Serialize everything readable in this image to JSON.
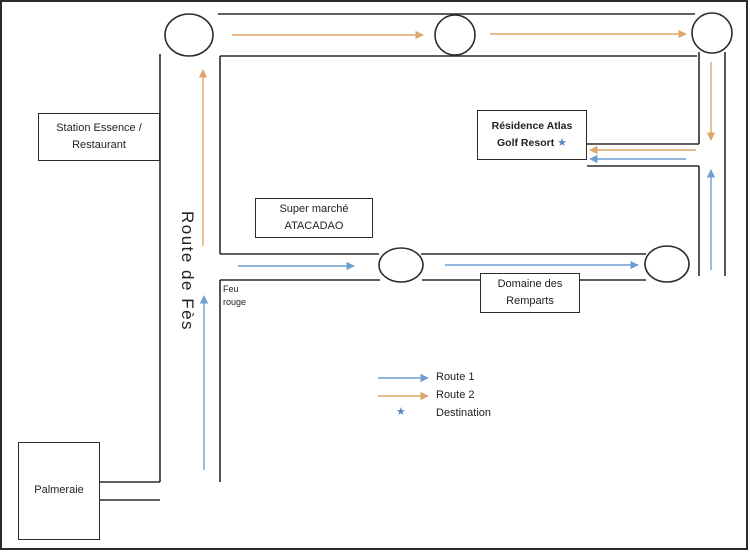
{
  "road_name": "Route de Fès",
  "places": {
    "station": {
      "line1": "Station Essence /",
      "line2": "Restaurant"
    },
    "residence": {
      "line1": "Résidence Atlas",
      "line2": "Golf Resort"
    },
    "supermarche": {
      "line1": "Super marché",
      "line2": "ATACADAO"
    },
    "domaine": {
      "line1": "Domaine des",
      "line2": "Remparts"
    },
    "palmeraie": "Palmeraie"
  },
  "feu_rouge": {
    "line1": "Feu",
    "line2": "rouge"
  },
  "legend": {
    "route1": "Route 1",
    "route2": "Route 2",
    "destination": "Destination"
  },
  "colors": {
    "road": "#2b2b2b",
    "route1": "#6f9fd0",
    "route2": "#e0a56a",
    "destination": "#5b86bd"
  },
  "icons": {
    "destination": "star-icon",
    "roundabout": "roundabout-circle"
  }
}
